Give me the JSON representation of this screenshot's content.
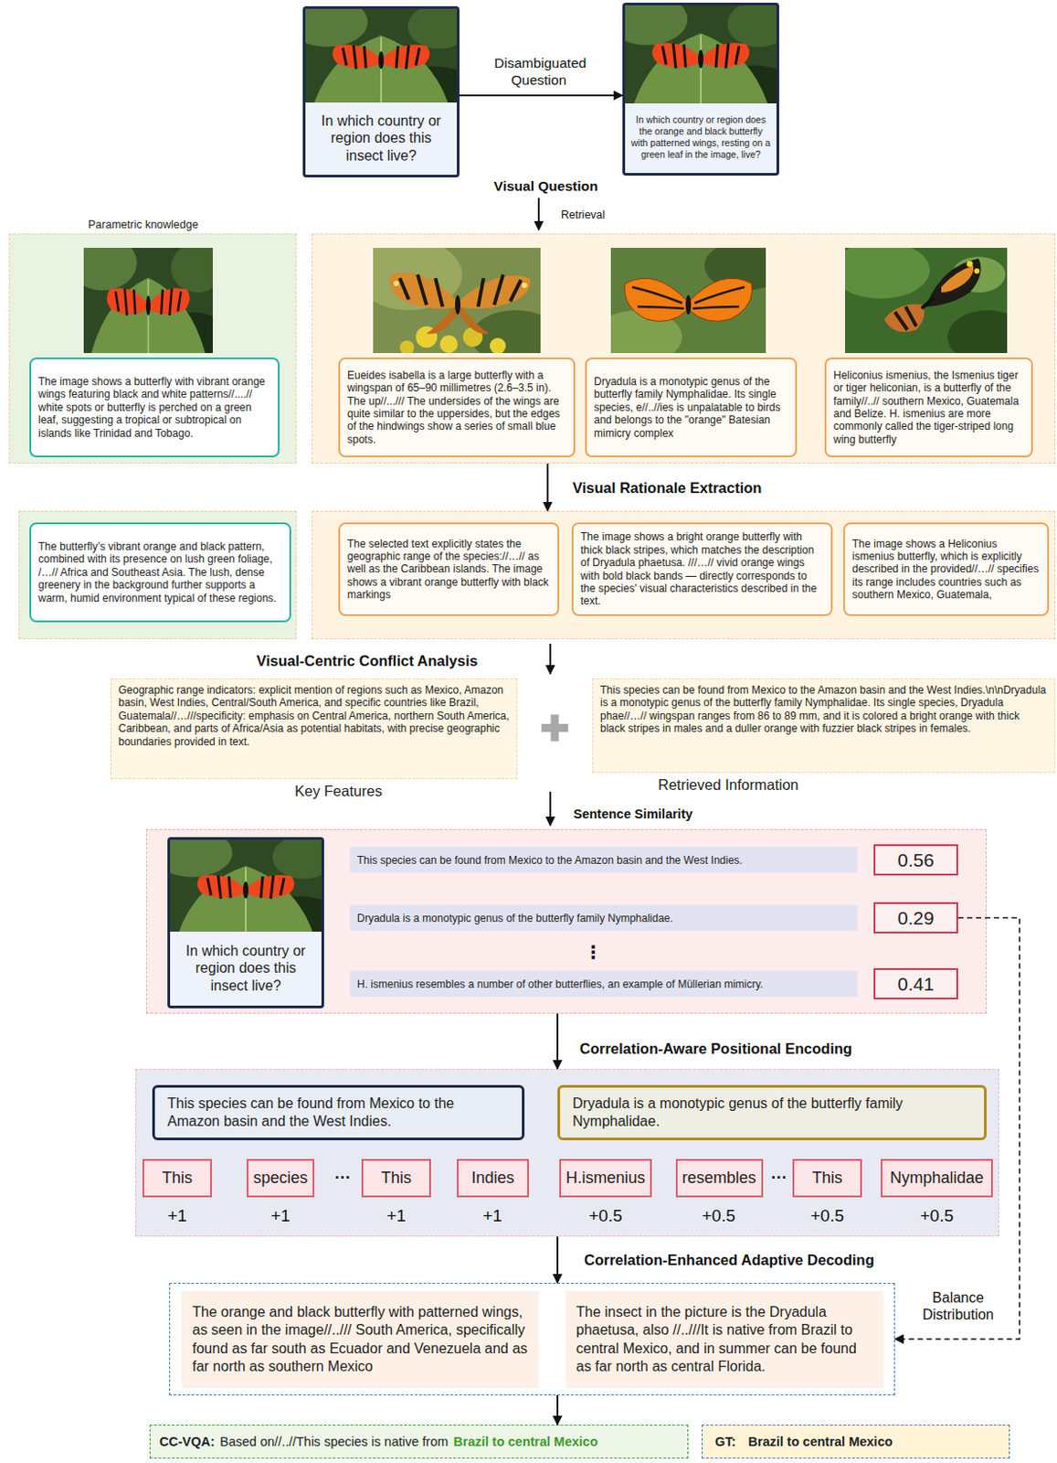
{
  "diagram": {
    "nodes": [
      {
        "text": [
          "In which country or region does this insect live?"
        ]
      },
      {
        "text": [
          "In which country or region does the orange and black butterfly with patterned wings, resting on a green leaf in the image, live?"
        ]
      },
      {
        "text": [
          "Parametric knowledge"
        ]
      },
      {
        "text": [
          "The image shows a butterfly with vibrant orange wings featuring black and white patterns//....// white spots or butterfly is perched on a green leaf, suggesting a tropical or subtropical on islands like Trinidad and Tobago."
        ],
        "in": 2
      },
      {
        "text": []
      },
      {
        "text": [
          "Eueides isabella is a large butterfly with a wingspan of 65–90 millimetres (2.6–3.5 in). The up//.../// The undersides of the wings are quite similar to the uppersides, but the edges of the hindwings show a series of small blue spots."
        ],
        "in": 4
      },
      {
        "text": [
          "Dryadula is a monotypic genus of the butterfly family Nymphalidae. Its single species, e//..//ies is unpalatable to birds and belongs to the \"orange\" Batesian mimicry complex"
        ],
        "in": 4
      },
      {
        "text": [
          "Heliconius ismenius, the Ismenius tiger or tiger heliconian, is a butterfly of the family//..// southern Mexico, Guatemala and Belize. H. ismenius are more commonly called the tiger-striped long wing butterfly"
        ],
        "in": 4
      },
      {
        "text": []
      },
      {
        "text": [
          "The butterfly’s vibrant orange and black pattern, combined with its presence on lush green foliage, /…// Africa and Southeast Asia. The lush, dense greenery in the background further supports a warm, humid environment typical of these regions."
        ],
        "in": 8
      },
      {
        "text": []
      },
      {
        "text": [
          "The selected text explicitly states the geographic range of the species://…// as well as the Caribbean islands. The image shows a vibrant orange butterfly with black markings"
        ],
        "in": 10
      },
      {
        "text": [
          "The image shows a bright orange butterfly with thick black stripes, which matches the description of Dryadula phaetusa. ///…// vivid orange wings with bold black bands — directly corresponds to the species' visual characteristics described in the text."
        ],
        "in": 10
      },
      {
        "text": [
          "The image shows a Heliconius ismenius butterfly, which is explicitly described in the provided//…// specifies its range includes countries such as southern Mexico, Guatemala,"
        ],
        "in": 10
      },
      {
        "text": [
          "Geographic range indicators: explicit mention of regions such as Mexico, Amazon basin, West Indies, Central/South America, and specific countries like Brazil, Guatemala//…///specificity: emphasis on Central America, northern South America, Caribbean, and parts of Africa/Asia as potential habitats, with precise geographic boundaries provided in text.",
          "Key Features"
        ]
      },
      {
        "text": [
          "This species can be found from Mexico to the Amazon basin and the West Indies.\\n\\nDryadula is a monotypic genus of the butterfly family Nymphalidae. Its single species, Dryadula phae//…// wingspan ranges from 86 to 89 mm, and it is colored a bright orange with thick black stripes in males and a duller orange with fuzzier black stripes in females.",
          "Retrieved Information"
        ]
      },
      {
        "text": []
      },
      {
        "text": [
          "In which country or region does this insect live?"
        ],
        "in": 16
      },
      {
        "text": [
          "This species can be found from Mexico to the Amazon basin and the West Indies."
        ],
        "in": 16
      },
      {
        "text": [
          "0.56"
        ],
        "in": 16
      },
      {
        "text": [
          "Dryadula is a monotypic genus of the butterfly family Nymphalidae."
        ],
        "in": 16
      },
      {
        "text": [
          "0.29"
        ],
        "in": 16
      },
      {
        "text": [
          "H. ismenius resembles a number of other butterflies, an example of Müllerian mimicry."
        ],
        "in": 16
      },
      {
        "text": [
          "0.41"
        ],
        "in": 16
      },
      {
        "text": []
      },
      {
        "text": [
          "This species can be found from Mexico to the Amazon basin and the West Indies."
        ],
        "in": 24
      },
      {
        "text": [
          "Dryadula is a monotypic genus of the butterfly family Nymphalidae."
        ],
        "in": 24
      },
      {
        "text": [
          "This"
        ],
        "in": 24
      },
      {
        "text": [
          "species"
        ],
        "in": 24
      },
      {
        "text": [
          "This"
        ],
        "in": 24
      },
      {
        "text": [
          "Indies"
        ],
        "in": 24
      },
      {
        "text": [
          "H.ismenius"
        ],
        "in": 24
      },
      {
        "text": [
          "resembles"
        ],
        "in": 24
      },
      {
        "text": [
          "This"
        ],
        "in": 24
      },
      {
        "text": [
          "Nymphalidae"
        ],
        "in": 24
      },
      {
        "text": []
      },
      {
        "text": [
          "The orange and black butterfly with patterned wings, as seen in the image//../// South America, specifically found as far south as Ecuador and Venezuela and as far north as southern Mexico"
        ],
        "in": 35
      },
      {
        "text": [
          "The insect in the picture is the Dryadula phaetusa, also //..///It is native from Brazil to central Mexico, and in summer can be found as far north as central Florida."
        ],
        "in": 35
      },
      {
        "text": [
          "CC-VQA:",
          "Based on//..//This species is native from",
          "Brazil to central Mexico"
        ]
      },
      {
        "text": [
          "GT:",
          "Brazil to central Mexico"
        ]
      }
    ],
    "edges": [
      {
        "from": 0,
        "to": 1,
        "arrow": "to",
        "label": "Disambiguated Question"
      },
      {
        "from": 4,
        "to": 10,
        "arrow": "to"
      },
      {
        "from": 16,
        "to": 24,
        "arrow": "to"
      },
      {
        "from": 24,
        "to": 35,
        "arrow": "to"
      },
      {
        "from": 35,
        "to": 38,
        "arrow": "to"
      },
      {
        "from": 21,
        "to": 35,
        "arrow": "to",
        "label": "Balance Distribution"
      }
    ],
    "labels": [
      "Visual Question",
      "Retrieval",
      "Visual Rationale Extraction",
      "Visual-Centric Conflict Analysis",
      "Sentence Similarity",
      "⋮",
      "Correlation-Aware Positional Encoding",
      "···",
      "···",
      "+1",
      "+1",
      "+1",
      "+1",
      "+0.5",
      "+0.5",
      "+0.5",
      "+0.5",
      "Correlation-Enhanced Adaptive Decoding"
    ]
  }
}
